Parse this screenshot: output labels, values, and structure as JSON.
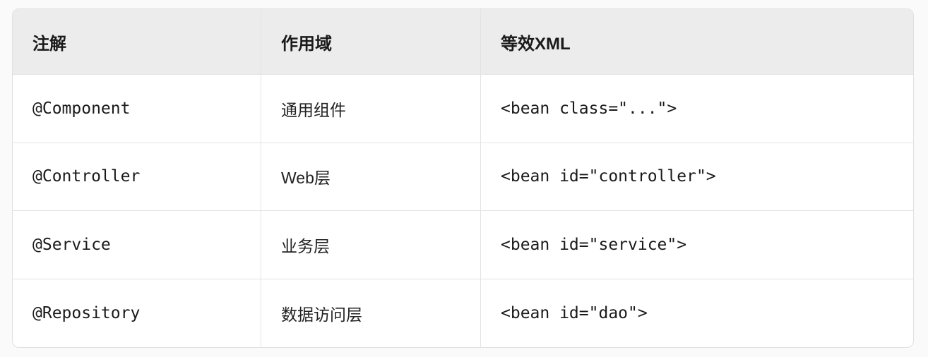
{
  "page": {
    "background_color": "#fafafa",
    "table_border_color": "#e0e0e0",
    "header_background_color": "#ececec",
    "text_color": "#1f1f1f"
  },
  "table": {
    "headers": [
      {
        "label": "注解"
      },
      {
        "label": "作用域"
      },
      {
        "label": "等效XML"
      }
    ],
    "rows": [
      {
        "annotation": "@Component",
        "scope": "通用组件",
        "xml": "<bean class=\"...\">"
      },
      {
        "annotation": "@Controller",
        "scope": "Web层",
        "xml": "<bean id=\"controller\">"
      },
      {
        "annotation": "@Service",
        "scope": "业务层",
        "xml": "<bean id=\"service\">"
      },
      {
        "annotation": "@Repository",
        "scope": "数据访问层",
        "xml": "<bean id=\"dao\">"
      }
    ]
  }
}
